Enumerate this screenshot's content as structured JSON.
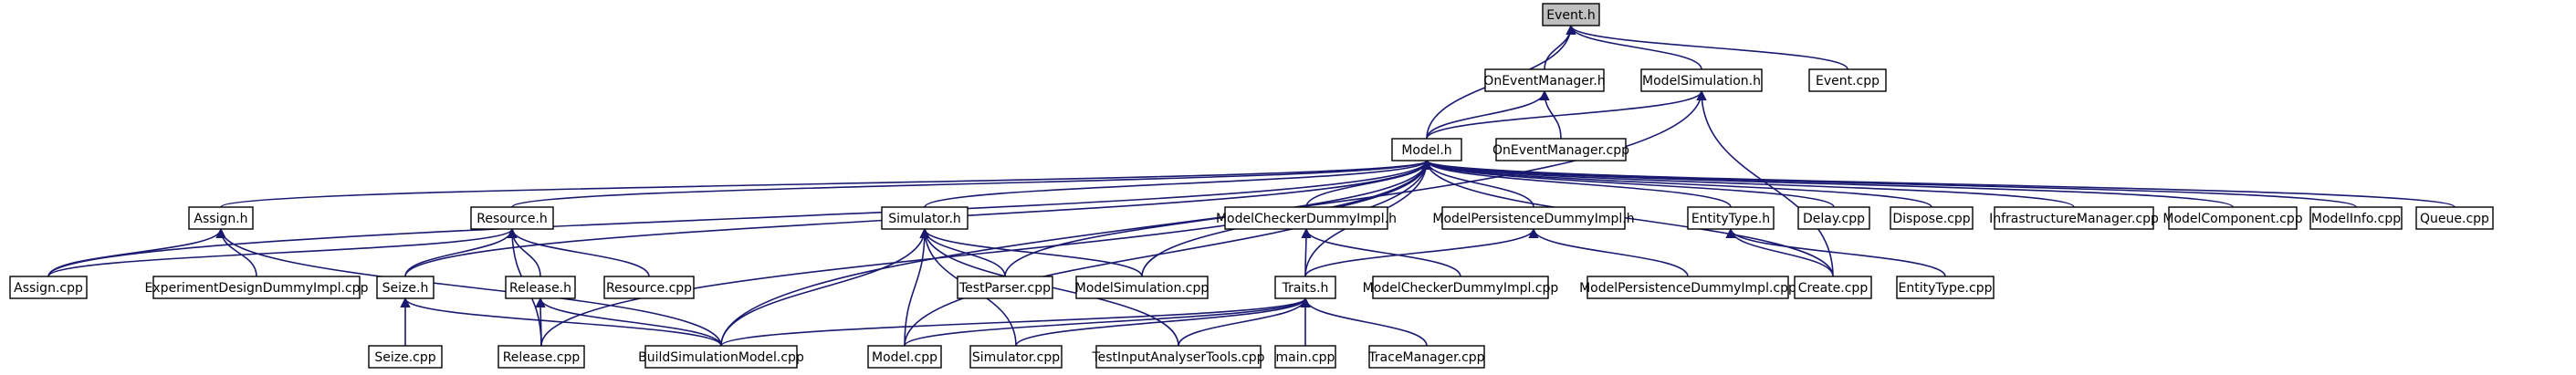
{
  "graph": {
    "root": "Event.h",
    "edge_color": "#191970",
    "nodes": [
      "Event.h",
      "OnEventManager.h",
      "ModelSimulation.h",
      "Event.cpp",
      "Model.h",
      "OnEventManager.cpp",
      "Assign.h",
      "Resource.h",
      "Simulator.h",
      "ModelCheckerDummyImpl.h",
      "ModelPersistenceDummyImpl.h",
      "EntityType.h",
      "Delay.cpp",
      "Dispose.cpp",
      "InfrastructureManager.cpp",
      "ModelComponent.cpp",
      "ModelInfo.cpp",
      "Queue.cpp",
      "Assign.cpp",
      "ExperimentDesignDummyImpl.cpp",
      "Resource.cpp",
      "Seize.h",
      "Release.h",
      "TestParser.cpp",
      "ModelSimulation.cpp",
      "Traits.h",
      "ModelCheckerDummyImpl.cpp",
      "ModelPersistenceDummyImpl.cpp",
      "Create.cpp",
      "EntityType.cpp",
      "Seize.cpp",
      "Release.cpp",
      "BuildSimulationModel.cpp",
      "Model.cpp",
      "Simulator.cpp",
      "TestInputAnalyserTools.cpp",
      "main.cpp",
      "TraceManager.cpp"
    ],
    "edges": [
      [
        "Event.h",
        "OnEventManager.h"
      ],
      [
        "Event.h",
        "ModelSimulation.h"
      ],
      [
        "Event.h",
        "Event.cpp"
      ],
      [
        "Event.h",
        "Model.h"
      ],
      [
        "OnEventManager.h",
        "Model.h"
      ],
      [
        "OnEventManager.h",
        "OnEventManager.cpp"
      ],
      [
        "ModelSimulation.h",
        "Model.h"
      ],
      [
        "ModelSimulation.h",
        "Create.cpp"
      ],
      [
        "ModelSimulation.h",
        "BuildSimulationModel.cpp"
      ],
      [
        "Model.h",
        "Assign.h"
      ],
      [
        "Model.h",
        "Resource.h"
      ],
      [
        "Model.h",
        "Simulator.h"
      ],
      [
        "Model.h",
        "ModelCheckerDummyImpl.h"
      ],
      [
        "Model.h",
        "ModelPersistenceDummyImpl.h"
      ],
      [
        "Model.h",
        "EntityType.h"
      ],
      [
        "Model.h",
        "Delay.cpp"
      ],
      [
        "Model.h",
        "Dispose.cpp"
      ],
      [
        "Model.h",
        "InfrastructureManager.cpp"
      ],
      [
        "Model.h",
        "ModelComponent.cpp"
      ],
      [
        "Model.h",
        "ModelInfo.cpp"
      ],
      [
        "Model.h",
        "Queue.cpp"
      ],
      [
        "Model.h",
        "Assign.cpp"
      ],
      [
        "Model.h",
        "Seize.h"
      ],
      [
        "Model.h",
        "Release.cpp"
      ],
      [
        "Model.h",
        "TestParser.cpp"
      ],
      [
        "Model.h",
        "ModelSimulation.cpp"
      ],
      [
        "Model.h",
        "Traits.h"
      ],
      [
        "Model.h",
        "Create.cpp"
      ],
      [
        "Model.h",
        "Model.cpp"
      ],
      [
        "Assign.h",
        "Assign.cpp"
      ],
      [
        "Assign.h",
        "ExperimentDesignDummyImpl.cpp"
      ],
      [
        "Assign.h",
        "BuildSimulationModel.cpp"
      ],
      [
        "Resource.h",
        "Assign.cpp"
      ],
      [
        "Resource.h",
        "Seize.h"
      ],
      [
        "Resource.h",
        "Release.h"
      ],
      [
        "Resource.h",
        "Resource.cpp"
      ],
      [
        "Resource.h",
        "Release.cpp"
      ],
      [
        "Simulator.h",
        "TestParser.cpp"
      ],
      [
        "Simulator.h",
        "ModelSimulation.cpp"
      ],
      [
        "Simulator.h",
        "BuildSimulationModel.cpp"
      ],
      [
        "Simulator.h",
        "Model.cpp"
      ],
      [
        "Simulator.h",
        "Simulator.cpp"
      ],
      [
        "Simulator.h",
        "TestInputAnalyserTools.cpp"
      ],
      [
        "ModelCheckerDummyImpl.h",
        "Traits.h"
      ],
      [
        "ModelCheckerDummyImpl.h",
        "ModelCheckerDummyImpl.cpp"
      ],
      [
        "ModelPersistenceDummyImpl.h",
        "Traits.h"
      ],
      [
        "ModelPersistenceDummyImpl.h",
        "ModelPersistenceDummyImpl.cpp"
      ],
      [
        "EntityType.h",
        "Create.cpp"
      ],
      [
        "EntityType.h",
        "EntityType.cpp"
      ],
      [
        "Seize.h",
        "Seize.cpp"
      ],
      [
        "Seize.h",
        "BuildSimulationModel.cpp"
      ],
      [
        "Release.h",
        "Release.cpp"
      ],
      [
        "Release.h",
        "BuildSimulationModel.cpp"
      ],
      [
        "Traits.h",
        "BuildSimulationModel.cpp"
      ],
      [
        "Traits.h",
        "Model.cpp"
      ],
      [
        "Traits.h",
        "Simulator.cpp"
      ],
      [
        "Traits.h",
        "TestInputAnalyserTools.cpp"
      ],
      [
        "Traits.h",
        "main.cpp"
      ],
      [
        "Traits.h",
        "TraceManager.cpp"
      ]
    ]
  }
}
